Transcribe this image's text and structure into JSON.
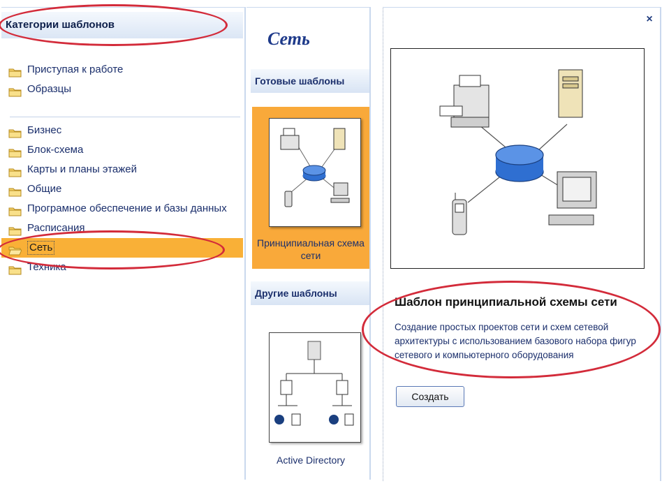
{
  "left_panel": {
    "header": "Категории шаблонов",
    "group1": [
      "Приступая к работе",
      "Образцы"
    ],
    "group2": [
      "Бизнес",
      "Блок-схема",
      "Карты и планы этажей",
      "Общие",
      "Програмное обеспечение и базы данных",
      "Расписания",
      "Сеть",
      "Техника"
    ],
    "selected": "Сеть"
  },
  "middle_panel": {
    "title": "Сеть",
    "ready_section": "Готовые шаблоны",
    "ready_template_caption": "Принципиальная схема сети",
    "other_section": "Другие шаблоны",
    "other_template_caption": "Active Directory"
  },
  "right_panel": {
    "close": "×",
    "title": "Шаблон принципиальной схемы сети",
    "description": "Создание простых проектов сети и схем сетевой архитектуры с использованием базового набора фигур сетевого и компьютерного оборудования",
    "create_button": "Создать"
  },
  "colors": {
    "selection": "#f9b037",
    "highlight_ellipse": "#d32b3a",
    "header_text": "#0d1f4a",
    "link_text": "#1b2f6c"
  }
}
